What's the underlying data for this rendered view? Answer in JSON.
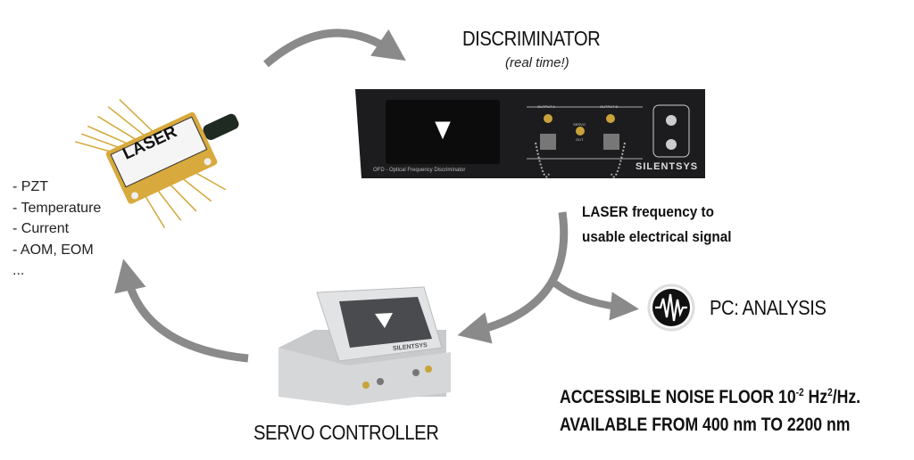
{
  "discriminator": {
    "title": "DISCRIMINATOR",
    "subtitle": "(real time!)",
    "device_label": "OFD - Optical Frequency Discriminator",
    "brand": "SILENTSYS",
    "port_labels": [
      "OUTPUT A",
      "OUTPUT B",
      "SERVO",
      "OUT"
    ]
  },
  "laser": {
    "label": "LASER"
  },
  "actuators": {
    "items": [
      "- PZT",
      "- Temperature",
      "- Current",
      "- AOM, EOM",
      "..."
    ]
  },
  "conversion_note": {
    "line1": "LASER frequency to",
    "line2": "usable electrical signal"
  },
  "pc": {
    "label": "PC: ANALYSIS",
    "icon": "waveform-icon"
  },
  "servo": {
    "title": "SERVO CONTROLLER",
    "brand": "SILENTSYS"
  },
  "specs": {
    "line1_prefix": "ACCESSIBLE NOISE FLOOR 10",
    "line1_exp": "-2",
    "line1_unit": " Hz",
    "line1_unit_exp": "2",
    "line1_suffix": "/Hz.",
    "line2": "AVAILABLE FROM 400 nm TO 2200 nm"
  },
  "colors": {
    "arrow": "#8a8a8a",
    "device": "#1c1c1e",
    "servo_body": "#c9cacc",
    "laser_gold": "#d4a73a"
  }
}
